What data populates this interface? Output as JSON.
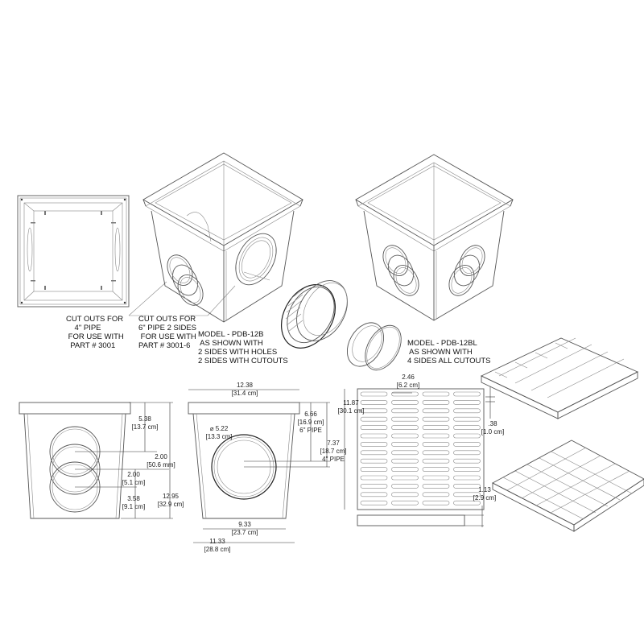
{
  "notes": {
    "cutouts_4in": "CUT OUTS FOR\n    4\" PIPE\n FOR USE WITH\n  PART # 3001",
    "cutouts_6in": "CUT OUTS FOR\n6\" PIPE 2 SIDES\n FOR USE WITH\nPART # 3001-6",
    "model_pdb12b": "MODEL - PDB-12B\n AS SHOWN WITH\n2 SIDES WITH HOLES\n2 SIDES WITH CUTOUTS",
    "model_pdb12bl": "MODEL - PDB-12BL\n AS SHOWN WITH\n4 SIDES ALL CUTOUTS"
  },
  "side_view_left": {
    "dim_top_to_cutout": "5.38\n[13.7 cm]",
    "dim_spacing_a": "2.00\n[50.6 mm]",
    "dim_spacing_b": "2.00\n[5.1 cm]",
    "dim_bottom": "3.58\n[9.1 cm]",
    "dim_overall_height": "12.95\n[32.9 cm]"
  },
  "side_view_right": {
    "dim_top_width": "12.38\n[31.4 cm]",
    "dim_hole_diameter": "⌀ 5.22\n[13.3 cm]",
    "dim_6in_pipe": "6.66\n[16.9 cm]\n6\" PIPE",
    "dim_4in_pipe": "7.37\n[18.7 cm]\n4\" PIPE",
    "dim_bottom_inner": "9.33\n[23.7 cm]",
    "dim_bottom_outer": "11.33\n[28.8 cm]"
  },
  "grate_plan": {
    "dim_slot_length": "2.46\n[6.2 cm]",
    "dim_grate_size": "11.87\n[30.1 cm]",
    "dim_slot_width": ".38\n[1.0 cm]",
    "dim_grate_height": "1.13\n[2.9 cm]",
    "slot_rows": 14,
    "slot_columns": 4
  },
  "components": [
    {
      "name": "plan-view-top",
      "label": ""
    },
    {
      "name": "catch-basin-pdb-12b",
      "label": "MODEL - PDB-12B"
    },
    {
      "name": "catch-basin-pdb-12bl",
      "label": "MODEL - PDB-12BL"
    },
    {
      "name": "pipe-adapter-6in",
      "label": ""
    },
    {
      "name": "pipe-adapter-4in",
      "label": ""
    },
    {
      "name": "slotted-grate",
      "label": ""
    },
    {
      "name": "open-grid-grate",
      "label": ""
    }
  ]
}
